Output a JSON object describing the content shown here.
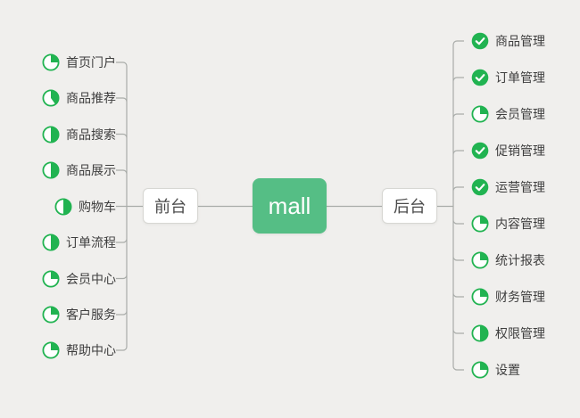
{
  "root": {
    "label": "mall"
  },
  "branches": [
    {
      "label": "前台",
      "items": [
        {
          "label": "首页门户",
          "icon": "pie",
          "progress": 25
        },
        {
          "label": "商品推荐",
          "icon": "pie",
          "progress": 40
        },
        {
          "label": "商品搜索",
          "icon": "pie",
          "progress": 50
        },
        {
          "label": "商品展示",
          "icon": "pie",
          "progress": 50
        },
        {
          "label": "购物车",
          "icon": "pie",
          "progress": 50
        },
        {
          "label": "订单流程",
          "icon": "pie",
          "progress": 50
        },
        {
          "label": "会员中心",
          "icon": "pie",
          "progress": 25
        },
        {
          "label": "客户服务",
          "icon": "pie",
          "progress": 25
        },
        {
          "label": "帮助中心",
          "icon": "pie",
          "progress": 25
        }
      ]
    },
    {
      "label": "后台",
      "items": [
        {
          "label": "商品管理",
          "icon": "check"
        },
        {
          "label": "订单管理",
          "icon": "check"
        },
        {
          "label": "会员管理",
          "icon": "pie",
          "progress": 25
        },
        {
          "label": "促销管理",
          "icon": "check"
        },
        {
          "label": "运营管理",
          "icon": "check"
        },
        {
          "label": "内容管理",
          "icon": "pie",
          "progress": 25
        },
        {
          "label": "统计报表",
          "icon": "pie",
          "progress": 25
        },
        {
          "label": "财务管理",
          "icon": "pie",
          "progress": 25
        },
        {
          "label": "权限管理",
          "icon": "pie",
          "progress": 50
        },
        {
          "label": "设置",
          "icon": "pie",
          "progress": 25
        }
      ]
    }
  ],
  "colors": {
    "background": "#f0efed",
    "root_node_green": "#55be85",
    "icon_green": "#21b351",
    "line_gray": "#a9aca9",
    "label_text": "#3e3e3e"
  }
}
